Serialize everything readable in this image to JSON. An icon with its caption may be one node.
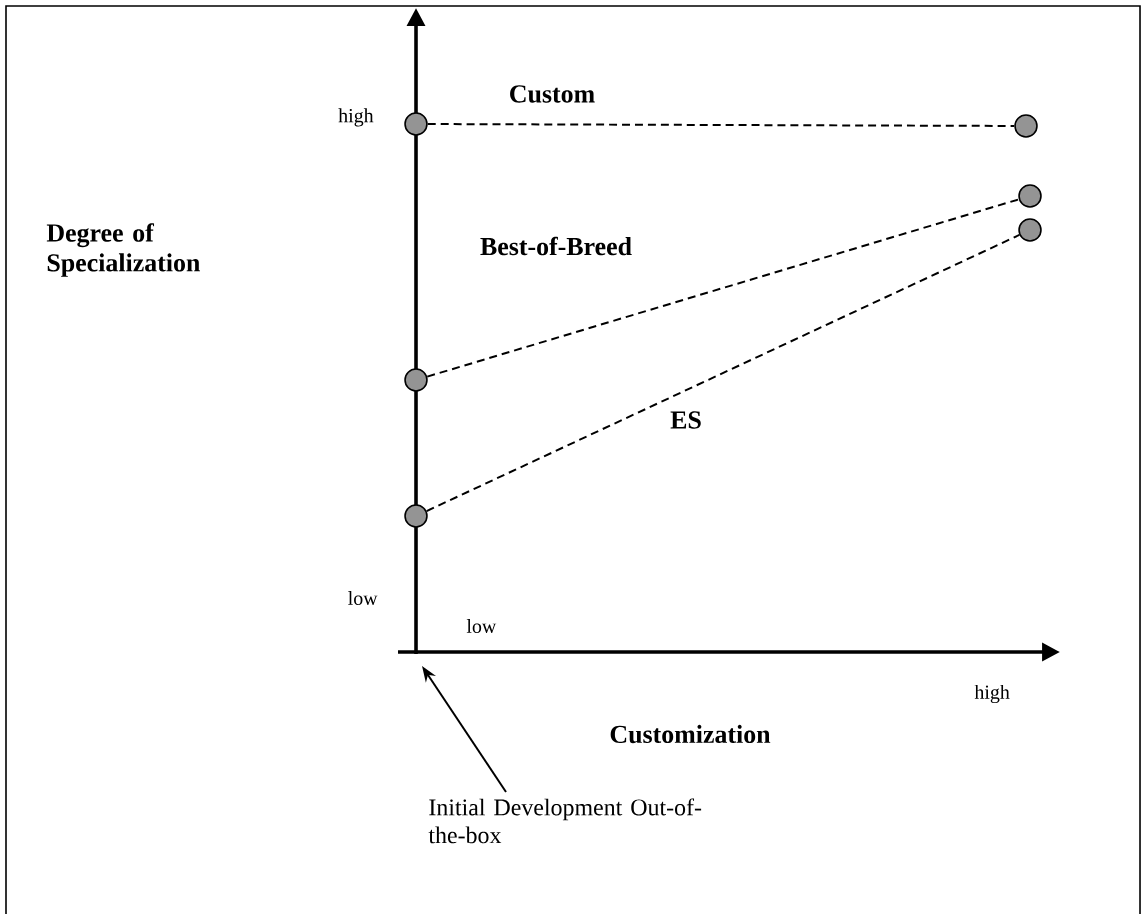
{
  "diagram": {
    "nodes": [
      {
        "text": [],
        "shape": "circle"
      },
      {
        "text": [],
        "shape": "circle"
      },
      {
        "text": [],
        "shape": "circle"
      },
      {
        "text": [],
        "shape": "circle"
      },
      {
        "text": [],
        "shape": "circle"
      },
      {
        "text": [],
        "shape": "circle"
      },
      {
        "text": [
          "Initial Development Out-of-the-box"
        ]
      }
    ],
    "edges": [
      {
        "from": 0,
        "to": 3,
        "arrow": "none",
        "style": "dashed",
        "label": "Custom"
      },
      {
        "from": 1,
        "to": 4,
        "arrow": "none",
        "style": "dashed",
        "label": "Best-of-Breed"
      },
      {
        "from": 2,
        "to": 5,
        "arrow": "none",
        "style": "dashed",
        "label": "ES"
      },
      {
        "from": 6,
        "to": null,
        "arrow": "to"
      }
    ],
    "labels": [
      "high",
      "Degree of Specialization",
      "low",
      "low",
      "high",
      "Customization"
    ]
  }
}
